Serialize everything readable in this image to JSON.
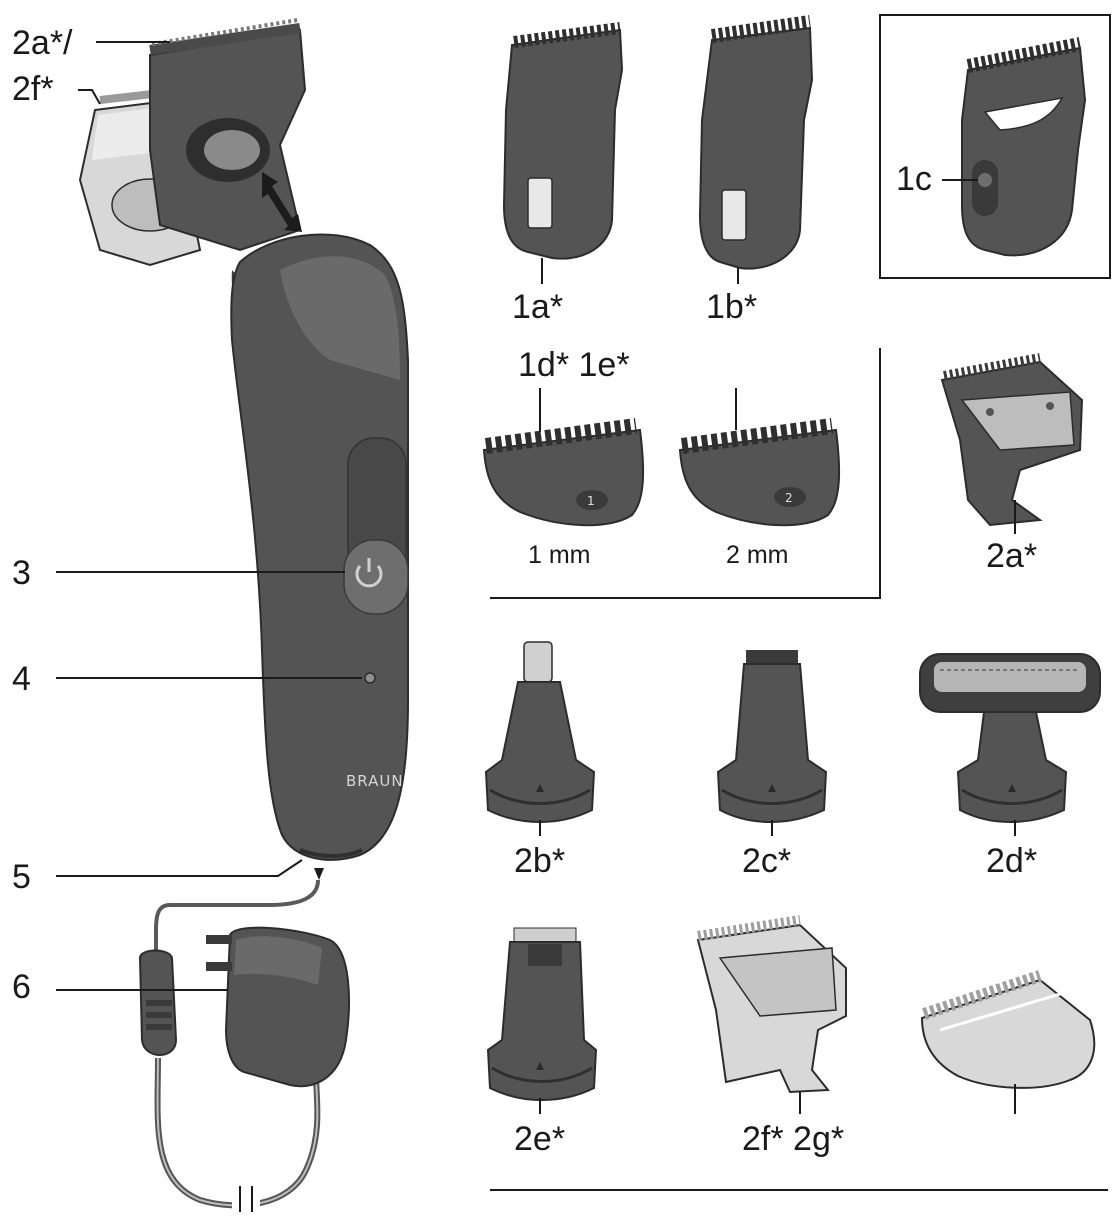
{
  "labels": {
    "attach_top": "2a*/",
    "attach_top_alt": "2f*",
    "power_button": "3",
    "indicator_light": "4",
    "socket": "5",
    "power_supply": "6",
    "comb_1a": "1a*",
    "comb_1b": "1b*",
    "comb_1c": "1c",
    "combs_1d_1e": "1d* 1e*",
    "size_1mm": "1 mm",
    "size_2mm": "2 mm",
    "comb_number_1": "1",
    "comb_number_2": "2",
    "trimmer_2a": "2a*",
    "nose_2b": "2b*",
    "precision_2c": "2c*",
    "body_2d": "2d*",
    "detail_2e": "2e*",
    "trimmers_2f_2g": "2f* 2g*",
    "brand": "BRAUN"
  },
  "icons": {
    "power": "power-icon",
    "arrow": "double-arrow-icon",
    "break": "cable-break-icon"
  },
  "colors": {
    "body": "#545454",
    "dark": "#3d3d3d",
    "light_attachment": "#d8d8d8",
    "line": "#1a1a1a"
  }
}
